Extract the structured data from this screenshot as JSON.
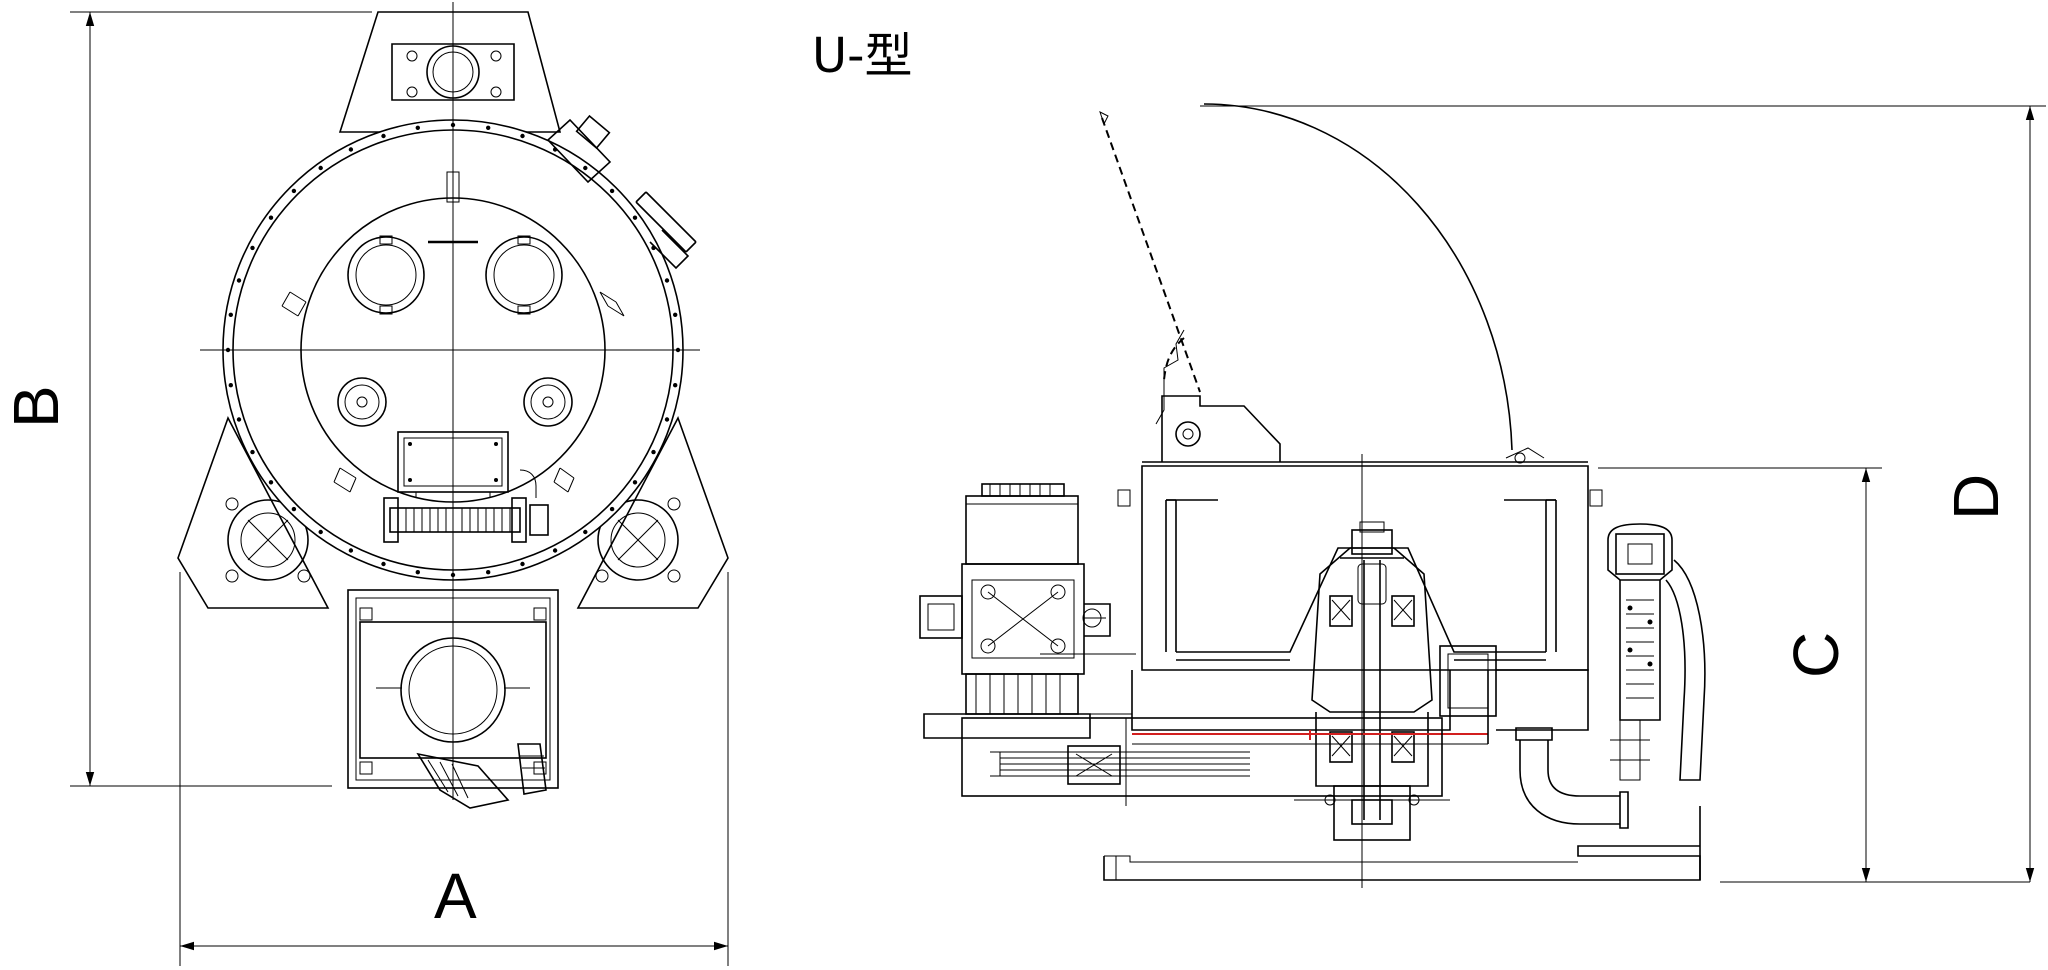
{
  "drawing": {
    "type_label": "U-型",
    "dimensions": {
      "a": "A",
      "b": "B",
      "c": "C",
      "d": "D"
    },
    "colors": {
      "line": "#000000",
      "highlight": "#d21f1f",
      "background": "#ffffff"
    }
  }
}
